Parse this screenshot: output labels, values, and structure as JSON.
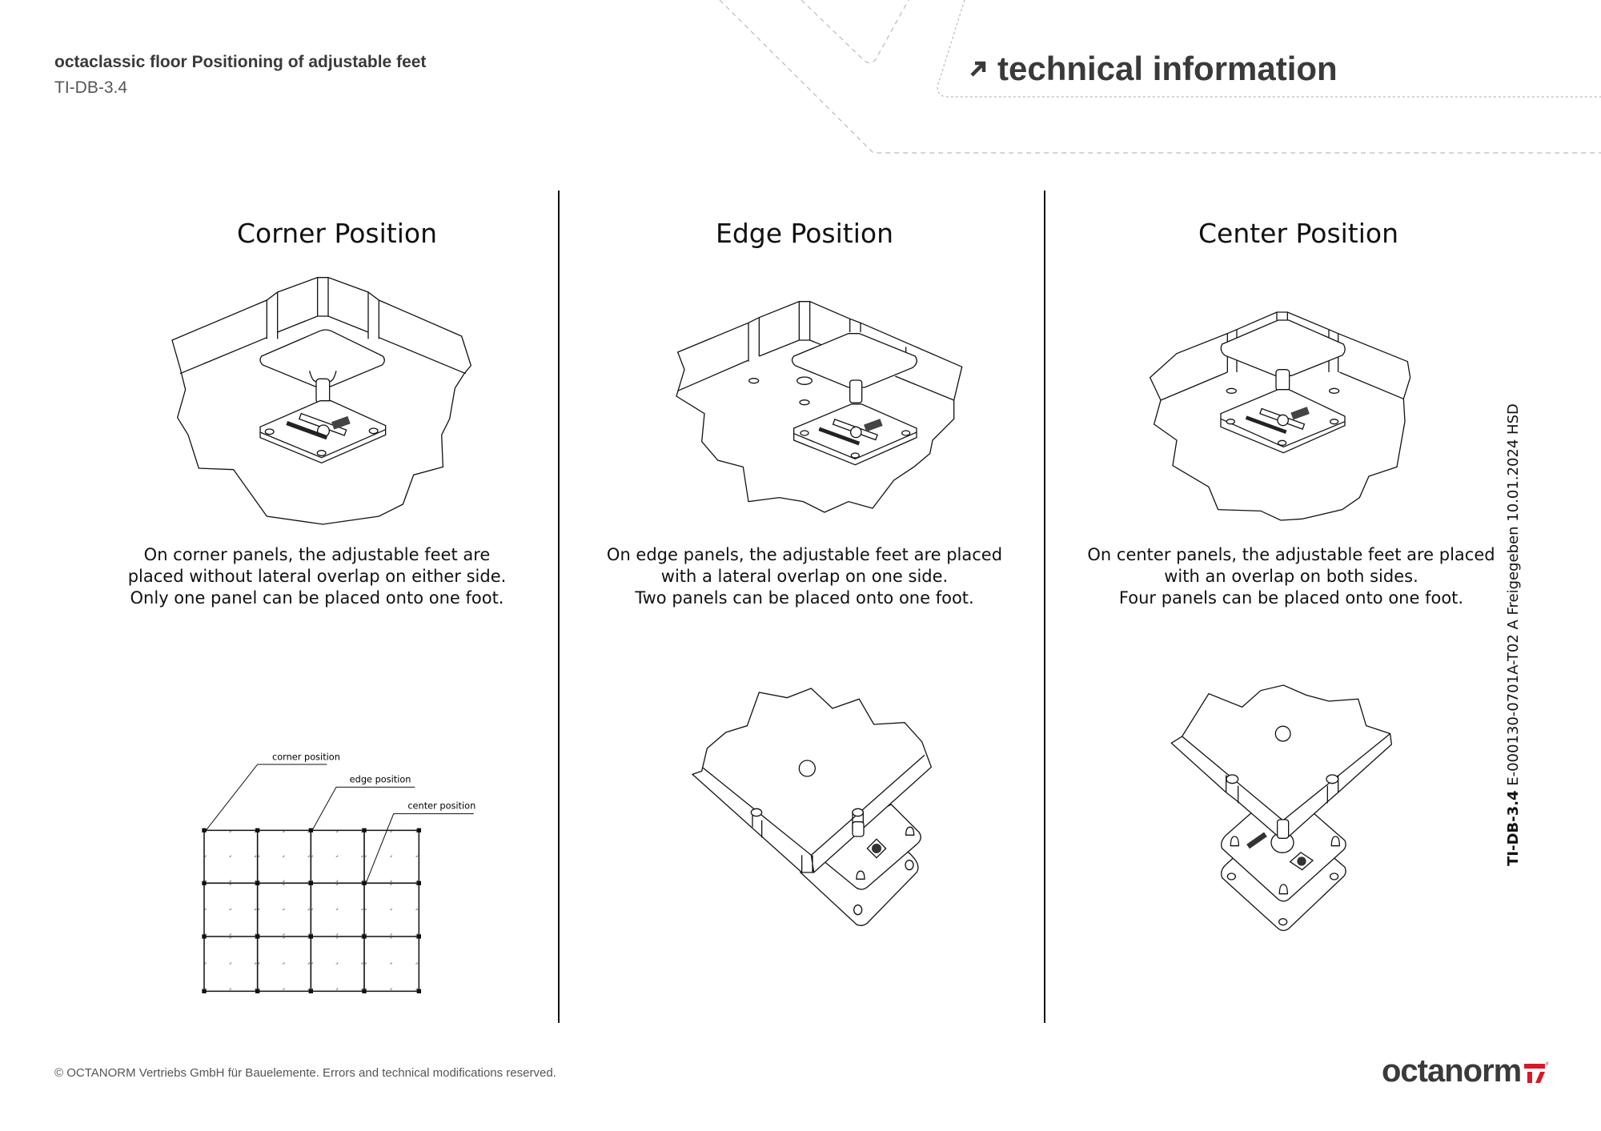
{
  "header": {
    "title": "octaclassic floor Positioning of adjustable feet",
    "code": "TI-DB-3.4",
    "banner": "technical information",
    "banner_icon": "arrow-up-right-icon"
  },
  "columns": [
    {
      "heading": "Corner Position",
      "description": [
        "On corner panels, the adjustable feet are",
        "placed without lateral overlap on either side.",
        "Only one panel can be placed onto one foot."
      ]
    },
    {
      "heading": "Edge Position",
      "description": [
        "On edge panels, the adjustable feet are placed",
        "with a lateral overlap on one side.",
        "Two panels can be placed onto one foot."
      ]
    },
    {
      "heading": "Center Position",
      "description": [
        "On center panels, the adjustable feet are placed",
        "with an overlap on both sides.",
        "Four panels can be placed onto one foot."
      ]
    }
  ],
  "grid_diagram": {
    "labels": [
      "corner position",
      "edge position",
      "center position"
    ]
  },
  "side_stamp": {
    "code": "TI-DB-3.4",
    "text": "E-000130-0701A-T02 A Freigegeben 10.01.2024 HSD"
  },
  "footer": {
    "copyright": "© OCTANORM Vertriebs GmbH für Bauelemente. Errors and technical modifications reserved.",
    "logo": "octanorm",
    "brand_color": "#d7182a"
  }
}
